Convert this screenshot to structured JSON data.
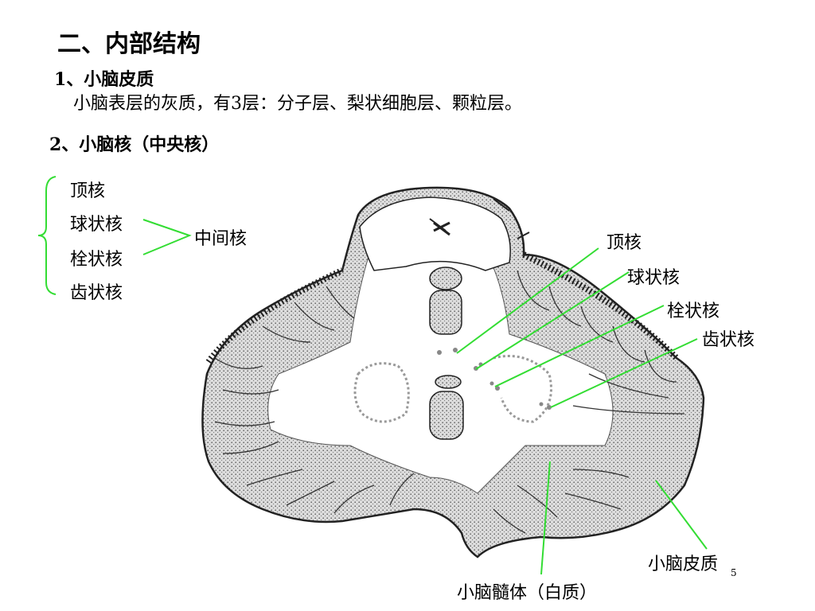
{
  "header": {
    "section_title": "二、内部结构",
    "sub1_title": "1、小脑皮质",
    "sub1_desc": "小脑表层的灰质，有3层：分子层、梨状细胞层、颗粒层。",
    "sub2_title": "2、小脑核（中央核）"
  },
  "nuclei_list": [
    "顶核",
    "球状核",
    "栓状核",
    "齿状核"
  ],
  "group_label": "中间核",
  "diagram_labels": {
    "fastigial": "顶核",
    "globose": "球状核",
    "emboliform": "栓状核",
    "dentate": "齿状核",
    "cortex": "小脑皮质",
    "medulla": "小脑髓体（白质）"
  },
  "page_number": "5",
  "colors": {
    "annotation": "#33dd33",
    "tissue_fill": "#dadada",
    "outline": "#222222"
  }
}
